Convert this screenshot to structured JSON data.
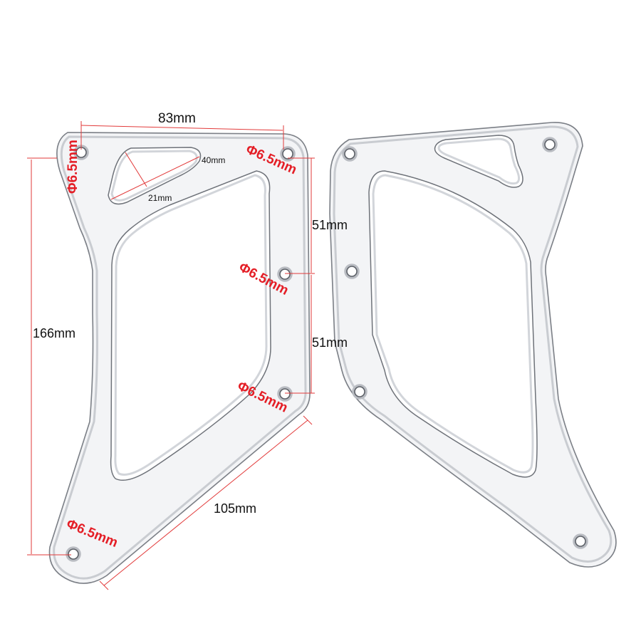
{
  "dimensions": {
    "width_top": "83mm",
    "height_left": "166mm",
    "spacing_upper": "51mm",
    "spacing_lower": "51mm",
    "diagonal_bottom": "105mm",
    "slot_length": "40mm",
    "slot_width": "21mm"
  },
  "holes": {
    "top_left": "Φ6.5mm",
    "top_right": "Φ6.5mm",
    "middle": "Φ6.5mm",
    "lower": "Φ6.5mm",
    "bottom": "Φ6.5mm"
  },
  "colors": {
    "dimension_red": "#e23a3a",
    "hole_label_red": "#e41e26",
    "label_black": "#111111"
  }
}
